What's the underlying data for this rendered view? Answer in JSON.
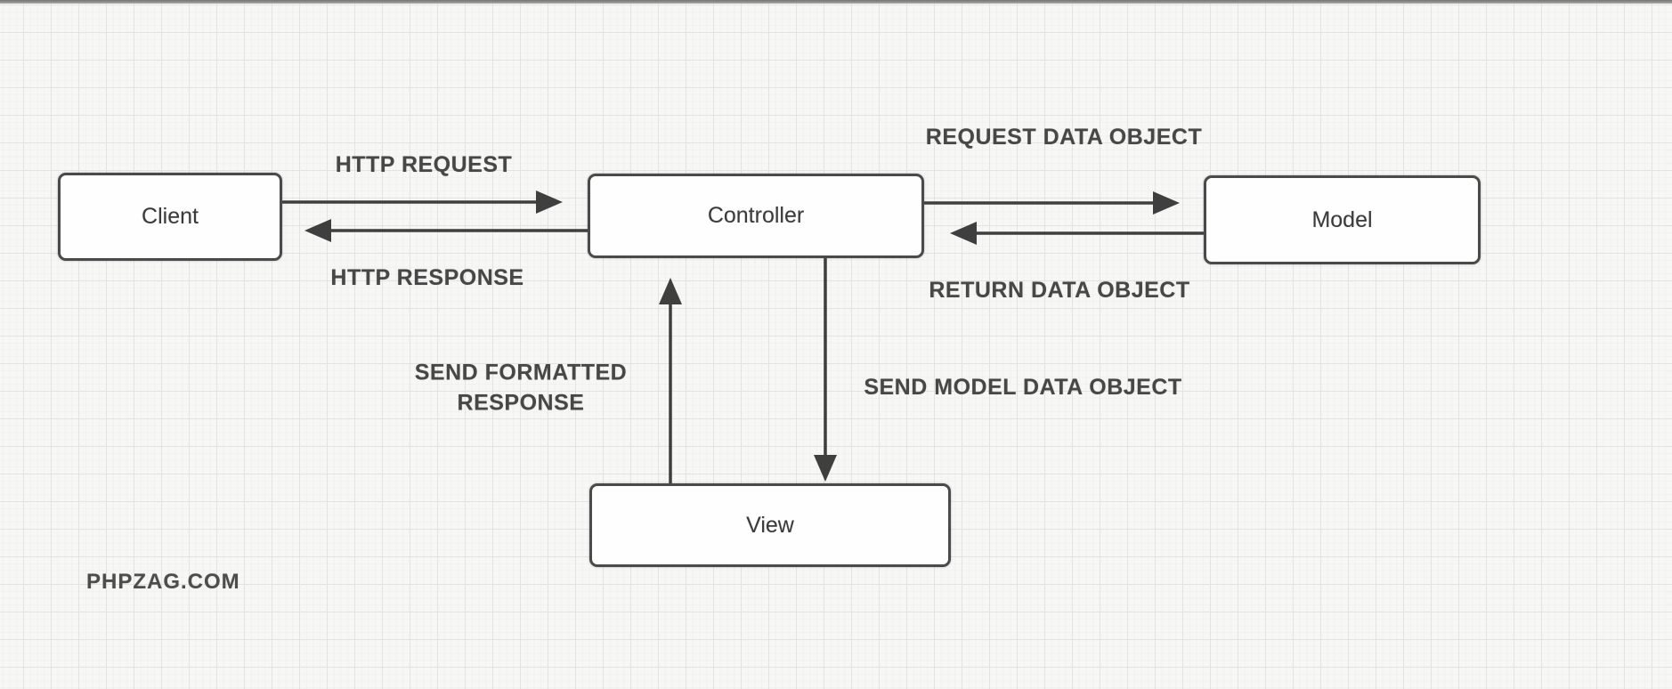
{
  "page": {
    "watermark": "PHPZAG.COM"
  },
  "diagram": {
    "type": "flow-diagram",
    "nodes": [
      {
        "id": "client",
        "label": "Client"
      },
      {
        "id": "controller",
        "label": "Controller"
      },
      {
        "id": "model",
        "label": "Model"
      },
      {
        "id": "view",
        "label": "View"
      }
    ],
    "edges": [
      {
        "from": "client",
        "to": "controller",
        "label": "HTTP REQUEST"
      },
      {
        "from": "controller",
        "to": "client",
        "label": "HTTP RESPONSE"
      },
      {
        "from": "controller",
        "to": "model",
        "label": "REQUEST DATA OBJECT"
      },
      {
        "from": "model",
        "to": "controller",
        "label": "RETURN DATA OBJECT"
      },
      {
        "from": "controller",
        "to": "view",
        "label": "SEND MODEL DATA OBJECT"
      },
      {
        "from": "view",
        "to": "controller",
        "label": "SEND FORMATTED\nRESPONSE"
      }
    ],
    "colors": {
      "line": "#3f3f3f",
      "text": "#474747",
      "node_fill": "#fefefe",
      "node_border": "#4a4a4a",
      "background": "#f7f7f6",
      "grid_major": "#e3e3e3",
      "grid_minor": "#f0f0ef",
      "top_bar": "#7c7c7c"
    }
  }
}
